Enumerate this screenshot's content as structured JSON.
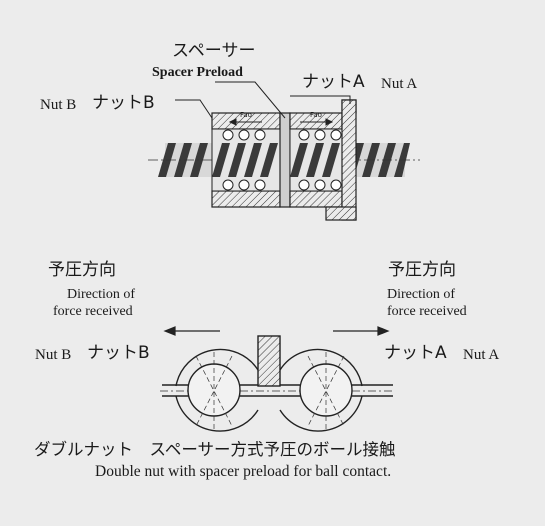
{
  "top": {
    "spacer_jp": "スペーサー",
    "spacer_en": "Spacer Preload",
    "nut_a_jp": "ナットA",
    "nut_a_en": "Nut A",
    "nut_b_en": "Nut B",
    "nut_b_jp": "ナットB",
    "fao_left": "Fao",
    "fao_right": "Fao"
  },
  "bottom": {
    "left_dir_jp": "予圧方向",
    "left_dir_en_1": "Direction of",
    "left_dir_en_2": "force received",
    "right_dir_jp": "予圧方向",
    "right_dir_en_1": "Direction of",
    "right_dir_en_2": "force received",
    "nut_b_en": "Nut B",
    "nut_b_jp": "ナットB",
    "nut_a_jp": "ナットA",
    "nut_a_en": "Nut A"
  },
  "caption": {
    "jp": "ダブルナット　スペーサー方式予圧のボール接触",
    "en": "Double nut with spacer preload for ball contact."
  }
}
